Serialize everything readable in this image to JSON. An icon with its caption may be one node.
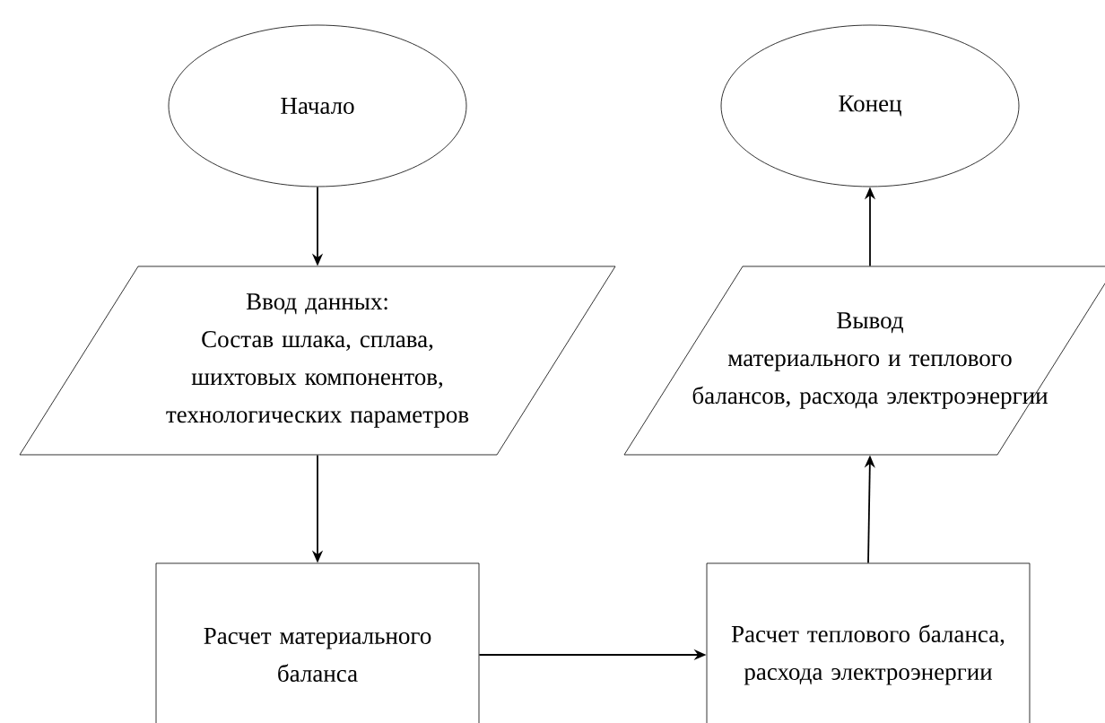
{
  "diagram": {
    "nodes": [
      {
        "text": [
          "Начало"
        ]
      },
      {
        "text": [
          "Ввод данных:",
          "Состав шлака, сплава, шихтовых компонентов, технологических параметров"
        ]
      },
      {
        "text": [
          "Расчет материального баланса"
        ]
      },
      {
        "text": [
          "Расчет теплового баланса, расхода электроэнергии"
        ]
      },
      {
        "text": [
          "Вывод",
          "материального и теплового балансов, расхода электроэнергии"
        ]
      },
      {
        "text": [
          "Конец"
        ]
      }
    ],
    "edges": [
      {
        "from": 0,
        "to": 1,
        "arrow": "to"
      },
      {
        "from": 1,
        "to": 2,
        "arrow": "to"
      },
      {
        "from": 2,
        "to": 3,
        "arrow": "to"
      },
      {
        "from": 3,
        "to": 4,
        "arrow": "to"
      },
      {
        "from": 4,
        "to": 5,
        "arrow": "to"
      }
    ]
  }
}
